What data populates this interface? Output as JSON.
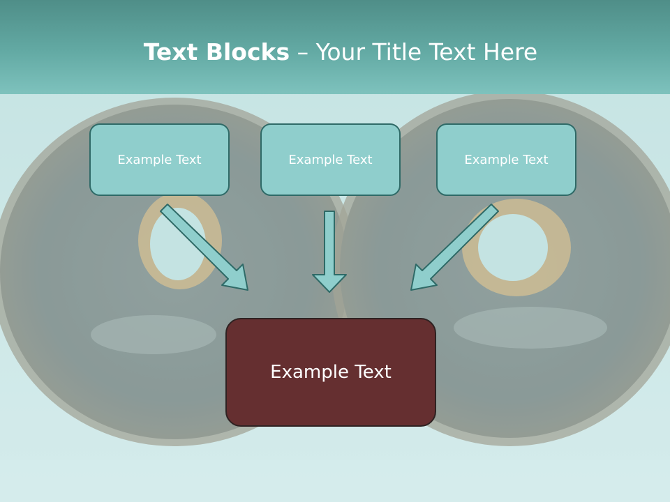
{
  "slide": {
    "title_bold": "Text Blocks",
    "title_dash": " – ",
    "title_rest": "Your Title Text Here"
  },
  "blocks": [
    {
      "label": "Example Text"
    },
    {
      "label": "Example Text"
    },
    {
      "label": "Example Text"
    }
  ],
  "main_block": {
    "label": "Example Text"
  },
  "colors": {
    "header_teal": "#5fa8a2",
    "box_fill": "#8fcecc",
    "box_border": "#2f6a67",
    "main_box_fill": "#652f30",
    "arrow_fill": "#8fcecc"
  }
}
